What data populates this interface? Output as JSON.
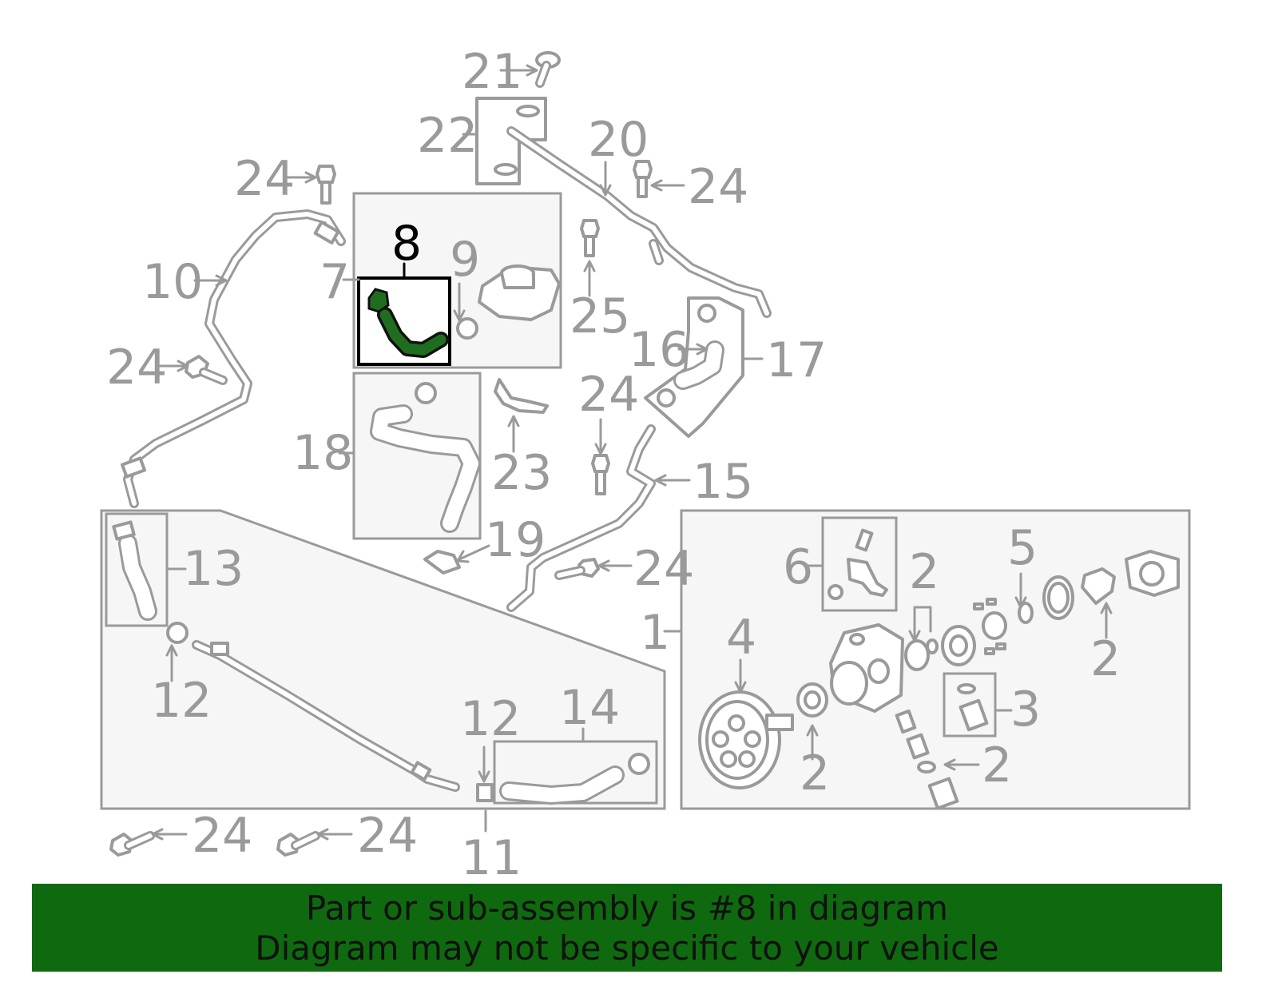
{
  "colors": {
    "banner_background": "#0f6a0f",
    "highlight_part": "#1f6e1f",
    "line_gray": "#9a9a9a"
  },
  "callouts": {
    "c1": "1",
    "c2a": "2",
    "c2b": "2",
    "c2c": "2",
    "c2d": "2",
    "c3": "3",
    "c4": "4",
    "c5": "5",
    "c6": "6",
    "c7": "7",
    "c8": "8",
    "c9": "9",
    "c10": "10",
    "c11": "11",
    "c12a": "12",
    "c12b": "12",
    "c13": "13",
    "c14": "14",
    "c15": "15",
    "c16": "16",
    "c17": "17",
    "c18": "18",
    "c19": "19",
    "c20": "20",
    "c21": "21",
    "c22": "22",
    "c23": "23",
    "c24a": "24",
    "c24b": "24",
    "c24c": "24",
    "c24d": "24",
    "c24e": "24",
    "c24f": "24",
    "c24g": "24",
    "c25": "25"
  },
  "highlighted_part": "8",
  "banner": {
    "line1": "Part or sub-assembly is #8 in diagram",
    "line2": "Diagram may not be specific to your vehicle"
  }
}
